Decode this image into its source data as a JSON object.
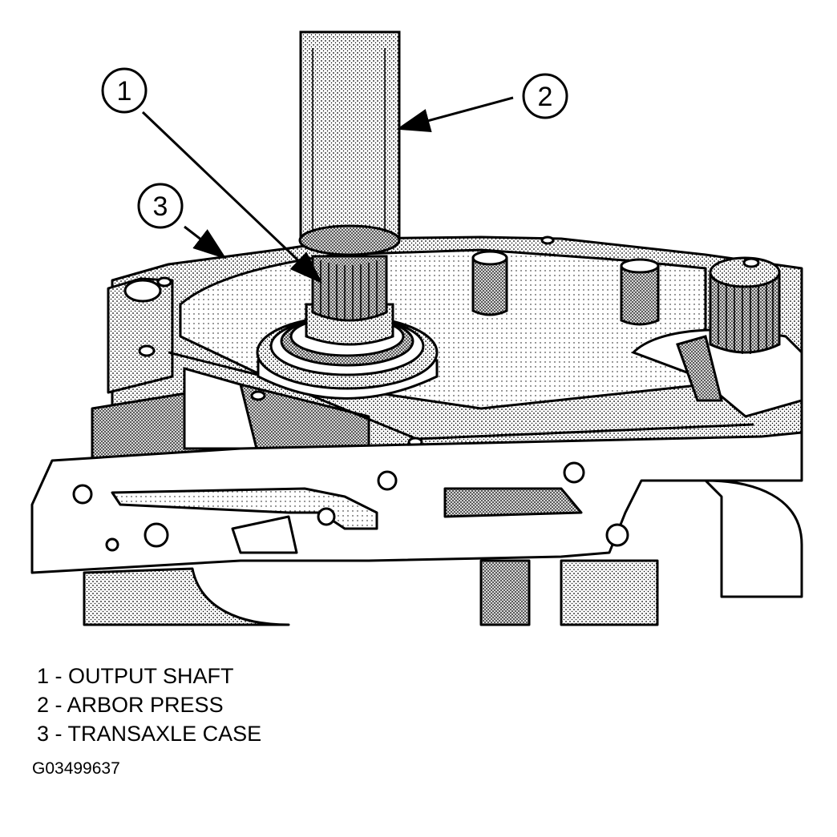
{
  "callouts": [
    {
      "number": "1"
    },
    {
      "number": "2"
    },
    {
      "number": "3"
    }
  ],
  "legend": [
    {
      "text": "1 - OUTPUT SHAFT"
    },
    {
      "text": "2 - ARBOR PRESS"
    },
    {
      "text": "3 - TRANSAXLE CASE"
    }
  ],
  "figure_id": "G03499637"
}
